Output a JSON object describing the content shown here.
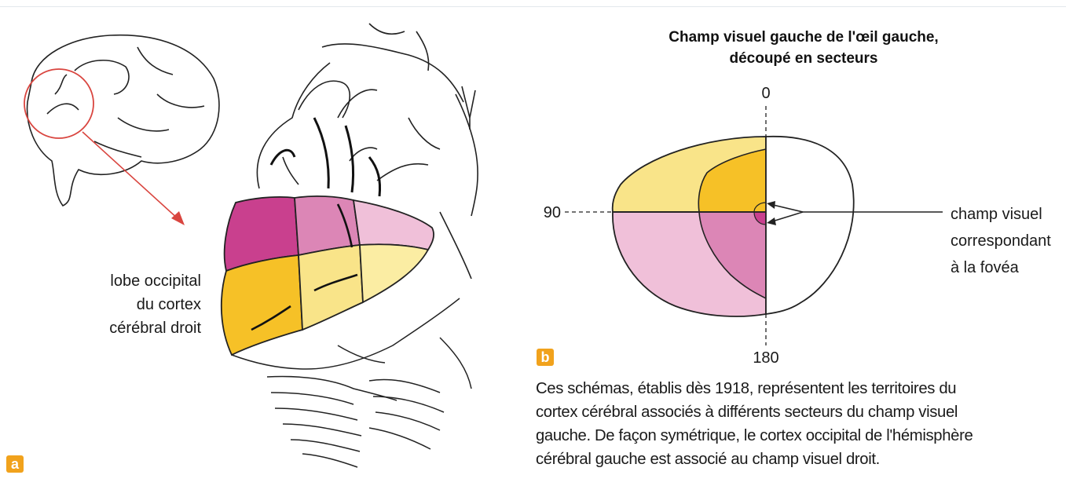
{
  "panel_a": {
    "badge": "a",
    "label_lines": [
      "lobe occipital",
      "du cortex",
      "cérébral droit"
    ]
  },
  "panel_b": {
    "badge": "b",
    "title_lines": [
      "Champ visuel gauche de l'œil gauche,",
      "découpé en secteurs"
    ],
    "tick_top": "0",
    "tick_left": "90",
    "tick_bottom": "180",
    "fovea_label_lines": [
      "champ visuel",
      "correspondant",
      "à la fovéa"
    ]
  },
  "caption_lines": [
    "Ces schémas, établis dès 1918, représentent les territoires du",
    "cortex cérébral associés à différents secteurs du champ visuel",
    "gauche. De façon symétrique, le cortex occipital de l'hémisphère",
    "cérébral gauche est associé au champ visuel droit."
  ],
  "colors": {
    "dark_magenta": "#c9408e",
    "medium_pink": "#dc86b6",
    "light_pink": "#f0c0d9",
    "orange_yellow": "#f6c127",
    "light_yellow": "#f9e489",
    "pale_yellow": "#fbeda3",
    "badge": "#f1a21c",
    "arrow": "#d9453f"
  }
}
